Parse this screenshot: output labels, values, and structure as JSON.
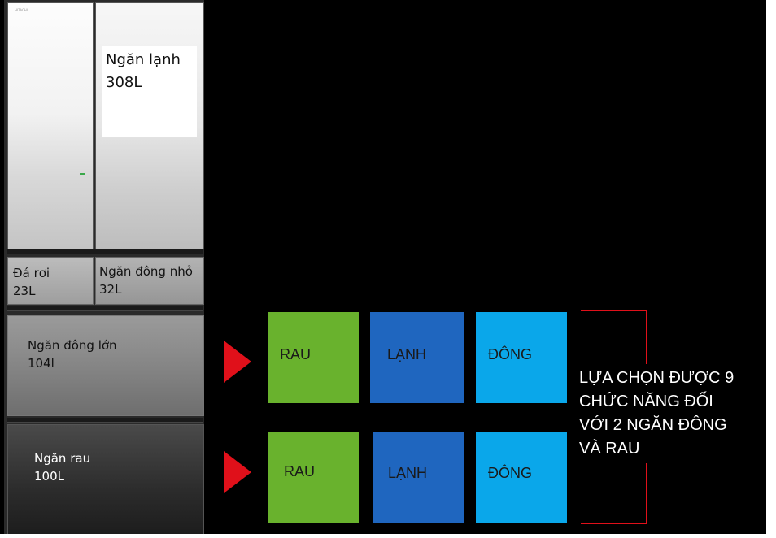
{
  "fridge": {
    "brand": "HITACHI",
    "fridge_compartment": {
      "name": "Ngăn lạnh",
      "capacity": "308L"
    },
    "ice_compartment": {
      "name": "Đá rơi",
      "capacity": "23L"
    },
    "small_freezer": {
      "name": "Ngăn đông nhỏ",
      "capacity": "32L"
    },
    "large_freezer": {
      "name": "Ngăn đông lớn",
      "capacity": "104l"
    },
    "vegetable_drawer": {
      "name": "Ngăn rau",
      "capacity": "100L"
    }
  },
  "rows": [
    {
      "options": [
        "RAU",
        "LẠNH",
        "ĐÔNG"
      ]
    },
    {
      "options": [
        "RAU",
        "LẠNH",
        "ĐÔNG"
      ]
    }
  ],
  "note": {
    "lines": [
      "LỰA CHỌN ĐƯỢC 9",
      "CHỨC NĂNG ĐỐI",
      "VỚI 2 NGĂN ĐÔNG",
      "VÀ RAU"
    ]
  },
  "colors": {
    "background": "#000000",
    "arrow": "#e0101a",
    "rau": "#69b22d",
    "lanh": "#1f66bf",
    "dong": "#0aa7ea"
  }
}
